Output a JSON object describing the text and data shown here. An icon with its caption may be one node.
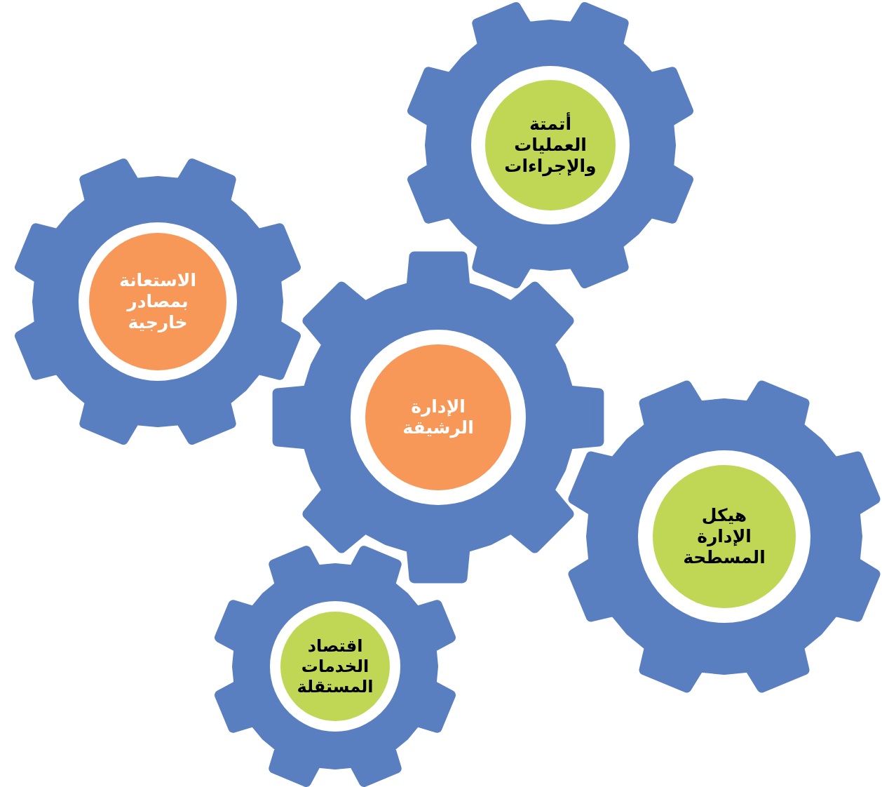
{
  "diagram": {
    "nodes": [
      {
        "text": [
          "أتمتة العمليات والإجراءات"
        ]
      },
      {
        "text": [
          "الاستعانة بمصادر خارجية"
        ]
      },
      {
        "text": [
          "الإدارة الرشيقة"
        ]
      },
      {
        "text": [
          "هيكل الإدارة المسطحة"
        ]
      },
      {
        "text": [
          "اقتصاد الخدمات المستقلة"
        ]
      }
    ]
  }
}
